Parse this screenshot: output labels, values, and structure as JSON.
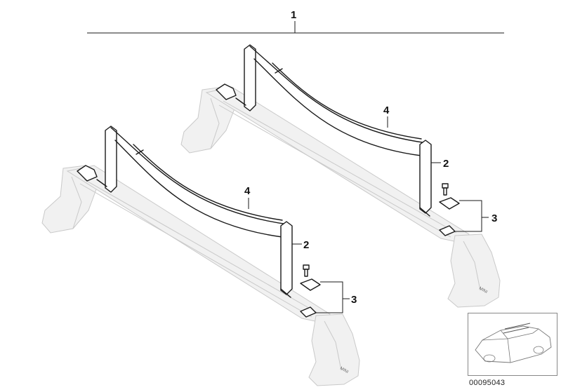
{
  "callouts": {
    "assembly": "1",
    "bracket_rear": "2",
    "bracket_front": "2",
    "clamp_rear": "3",
    "clamp_front": "3",
    "strap_rear": "4",
    "strap_front": "4"
  },
  "bar_brand": "MINI",
  "document_number": "00095043"
}
